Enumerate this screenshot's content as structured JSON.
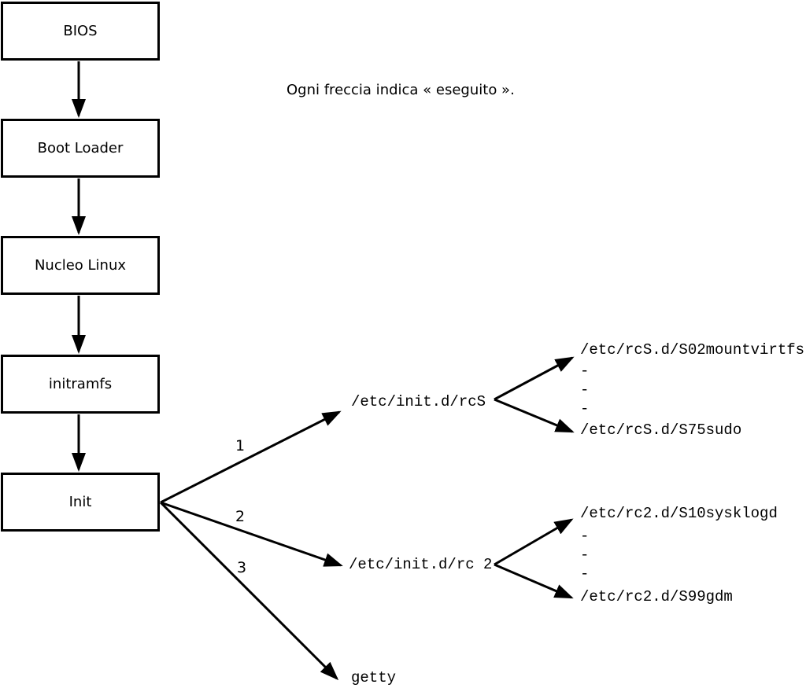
{
  "title": "Ogni freccia indica « eseguito ».",
  "nodes": [
    "BIOS",
    "Boot Loader",
    "Nucleo Linux",
    "initramfs",
    "Init"
  ],
  "branches": [
    {
      "number": "1",
      "target": "/etc/init.d/rcS",
      "children": [
        "/etc/rcS.d/S02mountvirtfs",
        "-",
        "-",
        "-",
        "/etc/rcS.d/S75sudo"
      ]
    },
    {
      "number": "2",
      "target": "/etc/init.d/rc 2",
      "children": [
        "/etc/rc2.d/S10sysklogd",
        "-",
        "-",
        "-",
        "/etc/rc2.d/S99gdm"
      ]
    },
    {
      "number": "3",
      "target": "getty",
      "children": []
    }
  ],
  "colors": {
    "line": "#000000",
    "background": "#ffffff"
  }
}
